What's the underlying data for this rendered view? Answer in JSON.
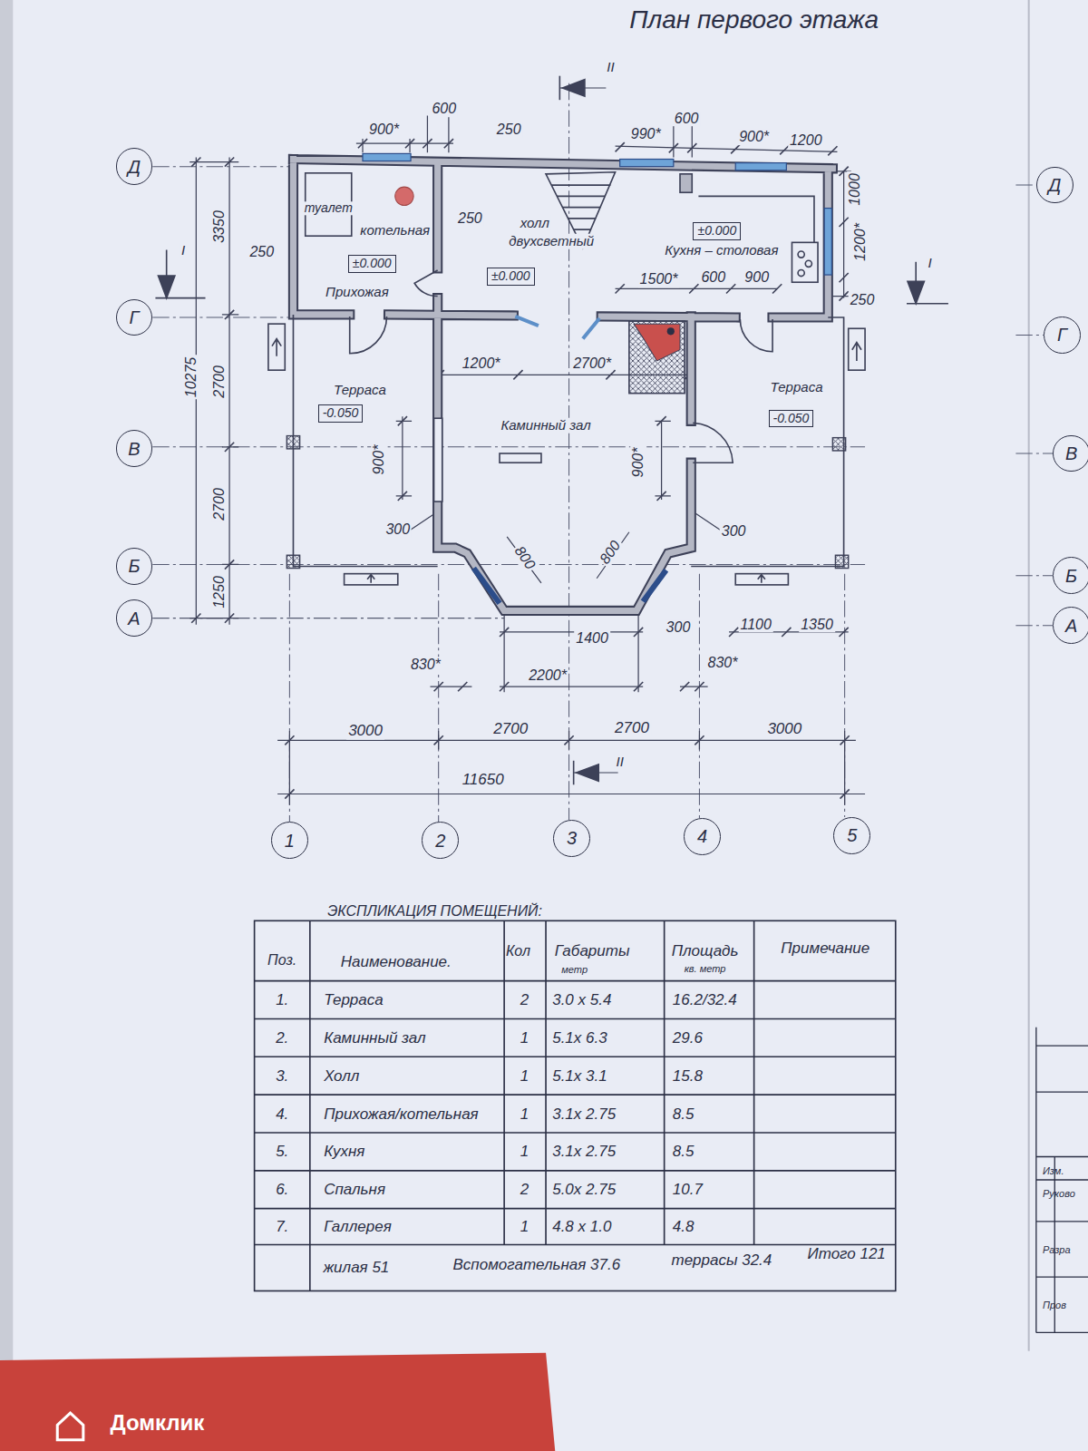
{
  "diagram": {
    "title": "План первого этажа",
    "nodes": [
      {
        "text": [
          "Д"
        ]
      },
      {
        "text": [
          "Г"
        ]
      },
      {
        "text": [
          "В"
        ]
      },
      {
        "text": [
          "Б"
        ]
      },
      {
        "text": [
          "А"
        ]
      },
      {
        "text": [
          "1"
        ]
      },
      {
        "text": [
          "2"
        ]
      },
      {
        "text": [
          "3"
        ]
      },
      {
        "text": [
          "4"
        ]
      },
      {
        "text": [
          "5"
        ]
      },
      {
        "text": [
          "±0.000"
        ]
      },
      {
        "text": [
          "±0.000"
        ]
      },
      {
        "text": [
          "±0.000"
        ]
      },
      {
        "text": [
          "-0.050"
        ]
      },
      {
        "text": [
          "-0.050"
        ]
      },
      {
        "text": [
          "Д"
        ]
      },
      {
        "text": [
          "Г"
        ]
      },
      {
        "text": [
          "В"
        ]
      },
      {
        "text": [
          "Б"
        ]
      },
      {
        "text": [
          "А"
        ]
      }
    ],
    "labels": [
      "II",
      "900*",
      "600",
      "250",
      "990*",
      "600",
      "900*",
      "1200",
      "1000",
      "1200*",
      "250",
      "250",
      "250",
      "туалет",
      "котельная",
      "Прихожая",
      "холл",
      "двухсветный",
      "Кухня – столовая",
      "1500*",
      "600",
      "900",
      "I",
      "I",
      "10275",
      "3350",
      "2700",
      "2700",
      "1250",
      "Терраса",
      "1200*",
      "2700*",
      "Каминный зал",
      "Терраса",
      "900*",
      "900*",
      "300",
      "300",
      "800",
      "800",
      "1400",
      "300",
      "1100",
      "1350",
      "830*",
      "2200*",
      "830*",
      "3000",
      "2700",
      "2700",
      "3000",
      "11650",
      "II",
      "ЭКСПЛИКАЦИЯ ПОМЕЩЕНИЙ:",
      "Поз.",
      "Наименование.",
      "Кол",
      "Габариты",
      "метр",
      "Площадь",
      "кв. метр",
      "Примечание",
      "1.",
      "Терраса",
      "2",
      "3.0 x 5.4",
      "16.2/32.4",
      "2.",
      "Каминный зал",
      "1",
      "5.1x 6.3",
      "29.6",
      "3.",
      "Холл",
      "1",
      "5.1x 3.1",
      "15.8",
      "4.",
      "Прихожая/котельная",
      "1",
      "3.1x 2.75",
      "8.5",
      "5.",
      "Кухня",
      "1",
      "3.1x 2.75",
      "8.5",
      "6.",
      "Спальня",
      "2",
      "5.0x 2.75",
      "10.7",
      "7.",
      "Галлерея",
      "1",
      "4.8 x 1.0",
      "4.8",
      "жилая 51",
      "Вспомогательная 37.6",
      "террасы 32.4",
      "Итого 121",
      "Изм.",
      "Руково",
      "Разра",
      "Пров",
      "Домклик"
    ]
  }
}
